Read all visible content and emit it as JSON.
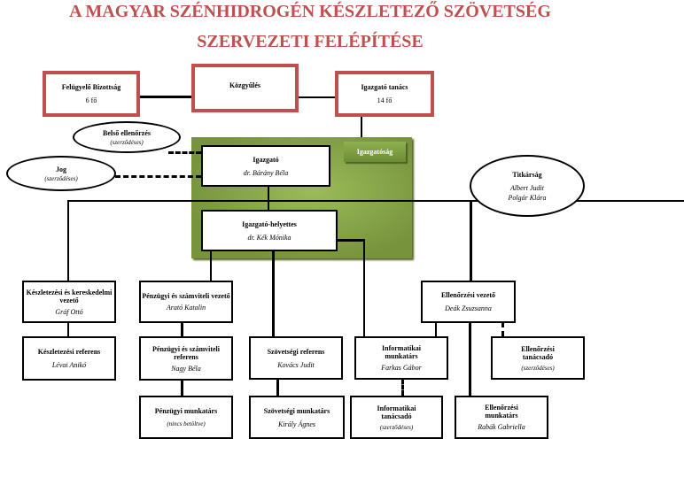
{
  "title": {
    "line1": "A MAGYAR SZÉNHIDROGÉN KÉSZLETEZŐ SZÖVETSÉG",
    "line2": "SZERVEZETI FELÉPÍTÉSE"
  },
  "nodes": {
    "felugyelo": {
      "title": "Felügyelő Bizottság",
      "sub": "6 fő"
    },
    "kozgyules": {
      "title": "Közgyűlés"
    },
    "igtanacs": {
      "title": "Igazgató tanács",
      "sub": "14 fő"
    },
    "igazgatosag": {
      "title": "Igazgatóság"
    },
    "belso": {
      "title": "Belső ellenőrzés",
      "sub": "(szerződéses)"
    },
    "jog": {
      "title": "Jog",
      "sub": "(szerződéses)"
    },
    "igazgato": {
      "title": "Igazgató",
      "sub": "dr. Bárány Béla"
    },
    "helyettes": {
      "title": "Igazgató-helyettes",
      "sub": "dr. Kék Mónika"
    },
    "titkarsag": {
      "title": "Titkárság",
      "sub1": "Albert Judit",
      "sub2": "Polgár Klára"
    },
    "keszvez": {
      "title": "Készletezési és kereskedelmi vezető",
      "sub": "Gráf Ottó"
    },
    "keszref": {
      "title": "Készletezési referens",
      "sub": "Lévai Anikó"
    },
    "penzvez": {
      "title": "Pénzügyi és számviteli vezető",
      "sub": "Arató Katalin"
    },
    "penzref": {
      "title": "Pénzügyi és számviteli referens",
      "sub": "Nagy Béla"
    },
    "penzmunk": {
      "title": "Pénzügyi munkatárs",
      "sub": "(nincs betöltve)"
    },
    "szovref": {
      "title": "Szövetségi referens",
      "sub": "Kovács Judit"
    },
    "szovmunk": {
      "title": "Szövetségi munkatárs",
      "sub": "Király Ágnes"
    },
    "infmunk": {
      "title": "Informatikai munkatárs",
      "sub": "Farkas Gábor"
    },
    "inftan": {
      "title": "Informatikai tanácsadó",
      "sub": "(szerződéses)"
    },
    "ellvez": {
      "title": "Ellenőrzési vezető",
      "sub": "Deák Zsuzsanna"
    },
    "elltan": {
      "title": "Ellenőrzési tanácsadó",
      "sub": "(szerződéses)"
    },
    "ellmunk": {
      "title": "Ellenőrzési munkatárs",
      "sub": "Rabák Gabriella"
    }
  }
}
